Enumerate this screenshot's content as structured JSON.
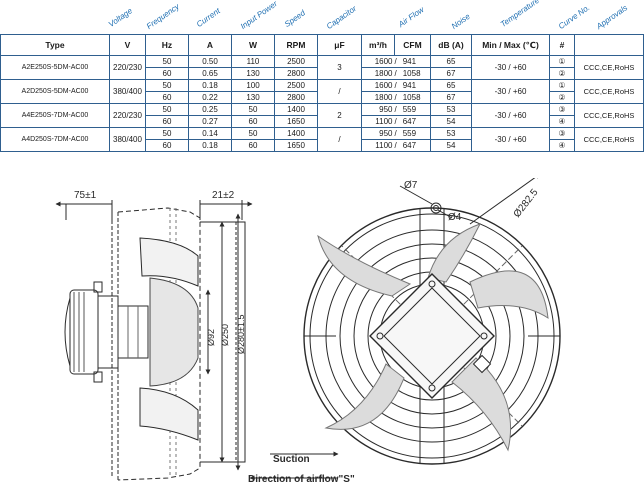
{
  "header_labels": {
    "voltage": "Voltage",
    "frequency": "Frequency",
    "current": "Current",
    "input_power": "Input Power",
    "speed": "Speed",
    "capacitor": "Capacitor",
    "air_flow": "Air Flow",
    "noise": "Noise",
    "temperature": "Temperature",
    "curve_no": "Curve No.",
    "approvals": "Approvals"
  },
  "units": {
    "type": "Type",
    "voltage": "V",
    "frequency": "Hz",
    "current": "A",
    "power": "W",
    "speed": "RPM",
    "capacitor": "μF",
    "airflow_m3h": "m³/h",
    "airflow_cfm": "CFM",
    "noise": "dB (A)",
    "temperature": "Min / Max (℃)",
    "curve": "#"
  },
  "rows": [
    {
      "model": "A2E250S-5DM-AC00",
      "voltage": "220/230",
      "cap": "3",
      "temp": "-30 / +60",
      "approvals": "CCC,CE,RoHS",
      "sub": [
        {
          "hz": "50",
          "amp": "0.50",
          "watt": "110",
          "rpm": "2500",
          "m3h": "1600",
          "sep": "/",
          "cfm": "941",
          "db": "65",
          "curve": "①"
        },
        {
          "hz": "60",
          "amp": "0.65",
          "watt": "130",
          "rpm": "2800",
          "m3h": "1800",
          "sep": "/",
          "cfm": "1058",
          "db": "67",
          "curve": "②"
        }
      ]
    },
    {
      "model": "A2D250S-5DM-AC00",
      "voltage": "380/400",
      "cap": "/",
      "temp": "-30 / +60",
      "approvals": "CCC,CE,RoHS",
      "sub": [
        {
          "hz": "50",
          "amp": "0.18",
          "watt": "100",
          "rpm": "2500",
          "m3h": "1600",
          "sep": "/",
          "cfm": "941",
          "db": "65",
          "curve": "①"
        },
        {
          "hz": "60",
          "amp": "0.22",
          "watt": "130",
          "rpm": "2800",
          "m3h": "1800",
          "sep": "/",
          "cfm": "1058",
          "db": "67",
          "curve": "②"
        }
      ]
    },
    {
      "model": "A4E250S-7DM-AC00",
      "voltage": "220/230",
      "cap": "2",
      "temp": "-30 / +60",
      "approvals": "CCC,CE,RoHS",
      "sub": [
        {
          "hz": "50",
          "amp": "0.25",
          "watt": "50",
          "rpm": "1400",
          "m3h": "950",
          "sep": "/",
          "cfm": "559",
          "db": "53",
          "curve": "③"
        },
        {
          "hz": "60",
          "amp": "0.27",
          "watt": "60",
          "rpm": "1650",
          "m3h": "1100",
          "sep": "/",
          "cfm": "647",
          "db": "54",
          "curve": "④"
        }
      ]
    },
    {
      "model": "A4D250S-7DM-AC00",
      "voltage": "380/400",
      "cap": "/",
      "temp": "-30 / +60",
      "approvals": "CCC,CE,RoHS",
      "sub": [
        {
          "hz": "50",
          "amp": "0.14",
          "watt": "50",
          "rpm": "1400",
          "m3h": "950",
          "sep": "/",
          "cfm": "559",
          "db": "53",
          "curve": "③"
        },
        {
          "hz": "60",
          "amp": "0.18",
          "watt": "60",
          "rpm": "1650",
          "m3h": "1100",
          "sep": "/",
          "cfm": "647",
          "db": "54",
          "curve": "④"
        }
      ]
    }
  ],
  "drawing": {
    "dim_overall_depth": "75±1",
    "dim_guard_depth": "21±2",
    "dim_shaft": "Ø92",
    "dim_blade": "Ø250",
    "dim_guard": "Ø280±1.5",
    "dim_hole_outer": "Ø7",
    "dim_hole_inner": "Ø4",
    "dim_bolt_circle": "Ø282.5",
    "label_suction": "Suction",
    "label_direction": "Direction of airflow\"S\""
  },
  "colors": {
    "table_border": "#2f5f8f",
    "header_text": "#1f6fb2",
    "line": "#2a2a2a"
  }
}
